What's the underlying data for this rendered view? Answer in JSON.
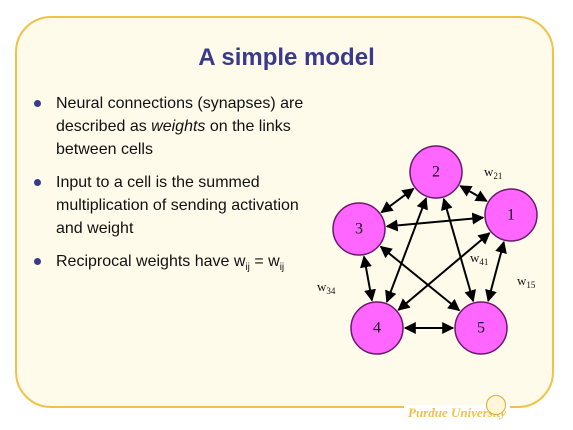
{
  "slide": {
    "title": "A simple model",
    "footer": "Purdue University",
    "bullets": [
      {
        "parts": [
          {
            "text": "Neural connections (synapses) are described as "
          },
          {
            "text": "weights",
            "em": true
          },
          {
            "text": " on the links between cells"
          }
        ]
      },
      {
        "parts": [
          {
            "text": "Input to a cell is the summed multiplication of sending activation and weight"
          }
        ]
      },
      {
        "parts": [
          {
            "text": "Reciprocal weights have "
          },
          {
            "text": "w"
          },
          {
            "text": "ij",
            "sub": true
          },
          {
            "text": " = w"
          },
          {
            "text": "ij",
            "sub": true
          }
        ]
      }
    ]
  },
  "network": {
    "nodes": [
      {
        "id": "1",
        "label": "1"
      },
      {
        "id": "2",
        "label": "2"
      },
      {
        "id": "3",
        "label": "3"
      },
      {
        "id": "4",
        "label": "4"
      },
      {
        "id": "5",
        "label": "5"
      }
    ],
    "edges": [
      [
        "1",
        "2"
      ],
      [
        "1",
        "3"
      ],
      [
        "1",
        "4"
      ],
      [
        "1",
        "5"
      ],
      [
        "2",
        "3"
      ],
      [
        "2",
        "4"
      ],
      [
        "2",
        "5"
      ],
      [
        "3",
        "4"
      ],
      [
        "3",
        "5"
      ],
      [
        "4",
        "5"
      ]
    ],
    "weight_labels": [
      {
        "base": "w",
        "sub": "21"
      },
      {
        "base": "w",
        "sub": "41"
      },
      {
        "base": "w",
        "sub": "34"
      },
      {
        "base": "w",
        "sub": "15"
      }
    ],
    "colors": {
      "node_fill": "#ff66ff",
      "node_stroke": "#6a1a6a",
      "edge": "#000000"
    }
  }
}
